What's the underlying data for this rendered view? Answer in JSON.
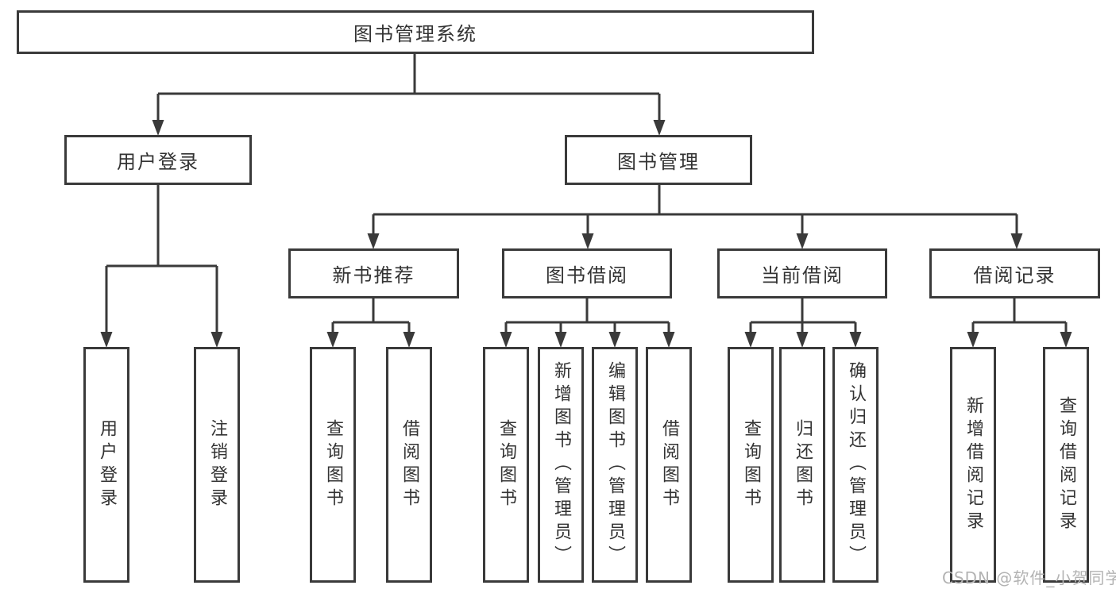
{
  "colors": {
    "line": "#3a3a3a",
    "text": "#333333",
    "box_background": "#ffffff",
    "watermark": "#b3b3b3"
  },
  "watermark": "CSDN @软件_小贺同学",
  "tree": {
    "root": "图书管理系统",
    "branches": [
      {
        "label": "用户登录",
        "leaves": [
          "用户登录",
          "注销登录"
        ]
      },
      {
        "label": "图书管理",
        "groups": [
          {
            "label": "新书推荐",
            "leaves": [
              "查询图书",
              "借阅图书"
            ]
          },
          {
            "label": "图书借阅",
            "leaves": [
              "查询图书",
              "新增图书（管理员）",
              "编辑图书（管理员）",
              "借阅图书"
            ]
          },
          {
            "label": "当前借阅",
            "leaves": [
              "查询图书",
              "归还图书",
              "确认归还（管理员）"
            ]
          },
          {
            "label": "借阅记录",
            "leaves": [
              "新增借阅记录",
              "查询借阅记录"
            ]
          }
        ]
      }
    ]
  }
}
